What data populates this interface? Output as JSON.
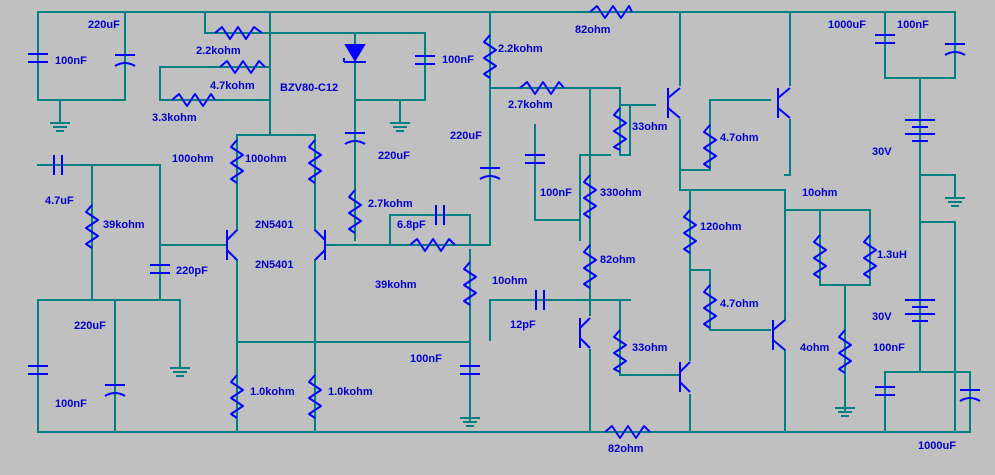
{
  "labels": {
    "c_in_bypass_top": "220uF",
    "c_in_top": "100nF",
    "r_22k_top": "2.2kohm",
    "r_47k_top": "4.7kohm",
    "r_33k": "3.3kohm",
    "zener": "BZV80-C12",
    "c_zener_100n": "100nF",
    "r_22k_mid": "2.2kohm",
    "r_82_top": "82ohm",
    "c_1000u_top": "1000uF",
    "c_100n_rail_top": "100nF",
    "r_27k_mid": "2.7kohm",
    "c_220u_mid": "220uF",
    "r_33_top": "33ohm",
    "r_47_top": "4.7ohm",
    "c_220u_zener": "220uF",
    "r_100_left": "100ohm",
    "r_100_right": "100ohm",
    "c_47u": "4.7uF",
    "r_39k_in": "39kohm",
    "q_2n5401_a": "2N5401",
    "q_2n5401_b": "2N5401",
    "r_27k_fb": "2.7kohm",
    "c_68p": "6.8pF",
    "c_100n_vas": "100nF",
    "r_330": "330ohm",
    "r_120": "120ohm",
    "r_10_out": "10ohm",
    "l_13u": "1.3uH",
    "v_30_top": "30V",
    "c_220p": "220pF",
    "r_39k_fb": "39kohm",
    "r_82_mid": "82ohm",
    "r_10_vas": "10ohm",
    "c_12p": "12pF",
    "r_47_bot": "4.7ohm",
    "v_30_bot": "30V",
    "c_220u_bot": "220uF",
    "c_100n_fb": "100nF",
    "r_33_bot": "33ohm",
    "load_4": "4ohm",
    "c_100n_rail_bot": "100nF",
    "c_100n_bot_left": "100nF",
    "r_1k_left": "1.0kohm",
    "r_1k_right": "1.0kohm",
    "r_82_bot": "82ohm",
    "c_1000u_bot": "1000uF"
  }
}
